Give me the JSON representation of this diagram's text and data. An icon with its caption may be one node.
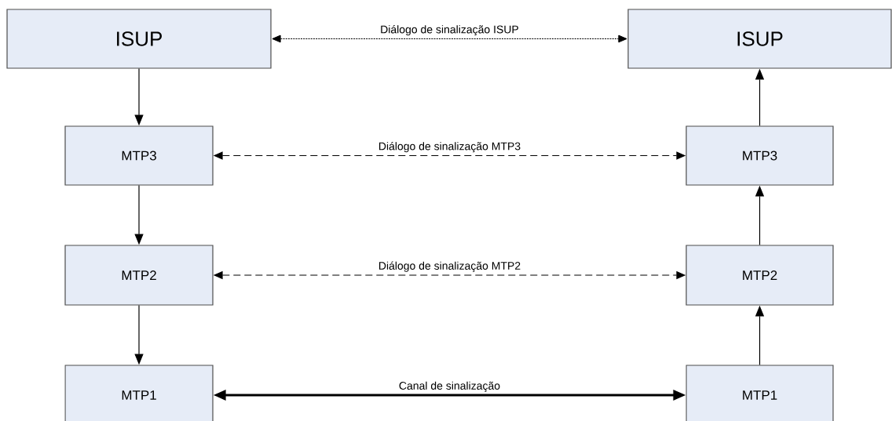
{
  "diagram": {
    "nodes": [
      {
        "text": [
          "ISUP"
        ]
      },
      {
        "text": [
          "ISUP"
        ]
      },
      {
        "text": [
          "MTP3"
        ]
      },
      {
        "text": [
          "MTP3"
        ]
      },
      {
        "text": [
          "MTP2"
        ]
      },
      {
        "text": [
          "MTP2"
        ]
      },
      {
        "text": [
          "MTP1"
        ]
      },
      {
        "text": [
          "MTP1"
        ]
      }
    ],
    "edges": [
      {
        "from": 0,
        "to": 1,
        "arrow": "both",
        "style": "dashed",
        "label": "Diálogo de sinalização ISUP"
      },
      {
        "from": 0,
        "to": 2,
        "arrow": "to"
      },
      {
        "from": 3,
        "to": 1,
        "arrow": "to"
      },
      {
        "from": 2,
        "to": 3,
        "arrow": "both",
        "style": "dashed",
        "label": "Diálogo de sinalização MTP3"
      },
      {
        "from": 4,
        "to": 5,
        "arrow": "both",
        "style": "dashed",
        "label": "Diálogo de sinalização MTP2"
      },
      {
        "from": 2,
        "to": 4,
        "arrow": "to"
      },
      {
        "from": 5,
        "to": 3,
        "arrow": "to"
      },
      {
        "from": 4,
        "to": 6,
        "arrow": "to"
      },
      {
        "from": 7,
        "to": 5,
        "arrow": "to"
      },
      {
        "from": 6,
        "to": 7,
        "arrow": "both",
        "style": "thick",
        "label": "Canal de sinalização"
      }
    ]
  }
}
